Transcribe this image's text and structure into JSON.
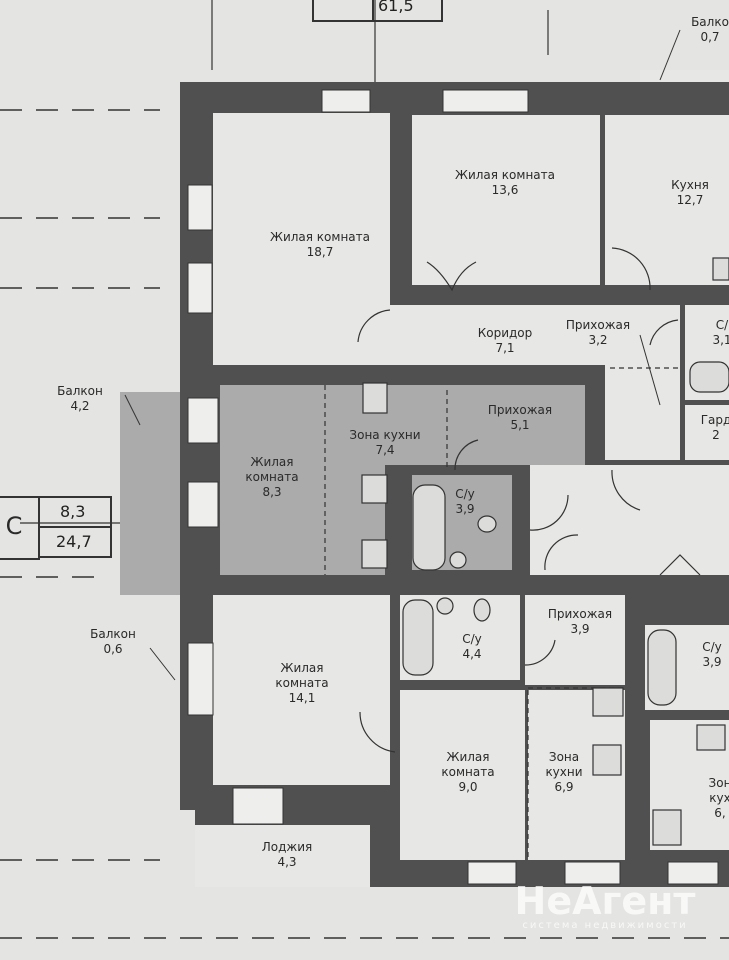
{
  "title_box": {
    "area": "61,5"
  },
  "unit_box": {
    "letter": "С",
    "living": "8,3",
    "total": "24,7"
  },
  "rooms": [
    {
      "name": "Жилая комната",
      "area": "18,7"
    },
    {
      "name": "Жилая комната",
      "area": "13,6"
    },
    {
      "name": "Кухня",
      "area": "12,7"
    },
    {
      "name": "Коридор",
      "area": "7,1"
    },
    {
      "name": "Прихожая",
      "area": "3,2"
    },
    {
      "name": "С/",
      "area": "3,1"
    },
    {
      "name": "Балкон",
      "area": "4,2"
    },
    {
      "name": "Зона кухни",
      "area": "7,4"
    },
    {
      "name": "Прихожая",
      "area": "5,1"
    },
    {
      "name": "Жилая комната",
      "area": "8,3"
    },
    {
      "name": "С/у",
      "area": "3,9"
    },
    {
      "name": "Гард",
      "area": "2"
    },
    {
      "name": "Балкон",
      "area": "0,6"
    },
    {
      "name": "Жилая комната",
      "area": "14,1"
    },
    {
      "name": "С/у",
      "area": "4,4"
    },
    {
      "name": "Прихожая",
      "area": "3,9"
    },
    {
      "name": "С/у",
      "area": "3,9"
    },
    {
      "name": "Жилая комната",
      "area": "9,0"
    },
    {
      "name": "Зона кухни",
      "area": "6,9"
    },
    {
      "name": "Зон кух",
      "area": "6,"
    },
    {
      "name": "Лоджия",
      "area": "4,3"
    },
    {
      "name": "Балко",
      "area": "0,7"
    }
  ],
  "watermark": {
    "brand": "НеАгент",
    "tagline": "система недвижимости"
  },
  "colors": {
    "wall": "#505050",
    "paper": "#e4e4e2",
    "highlight": "#ababab"
  }
}
